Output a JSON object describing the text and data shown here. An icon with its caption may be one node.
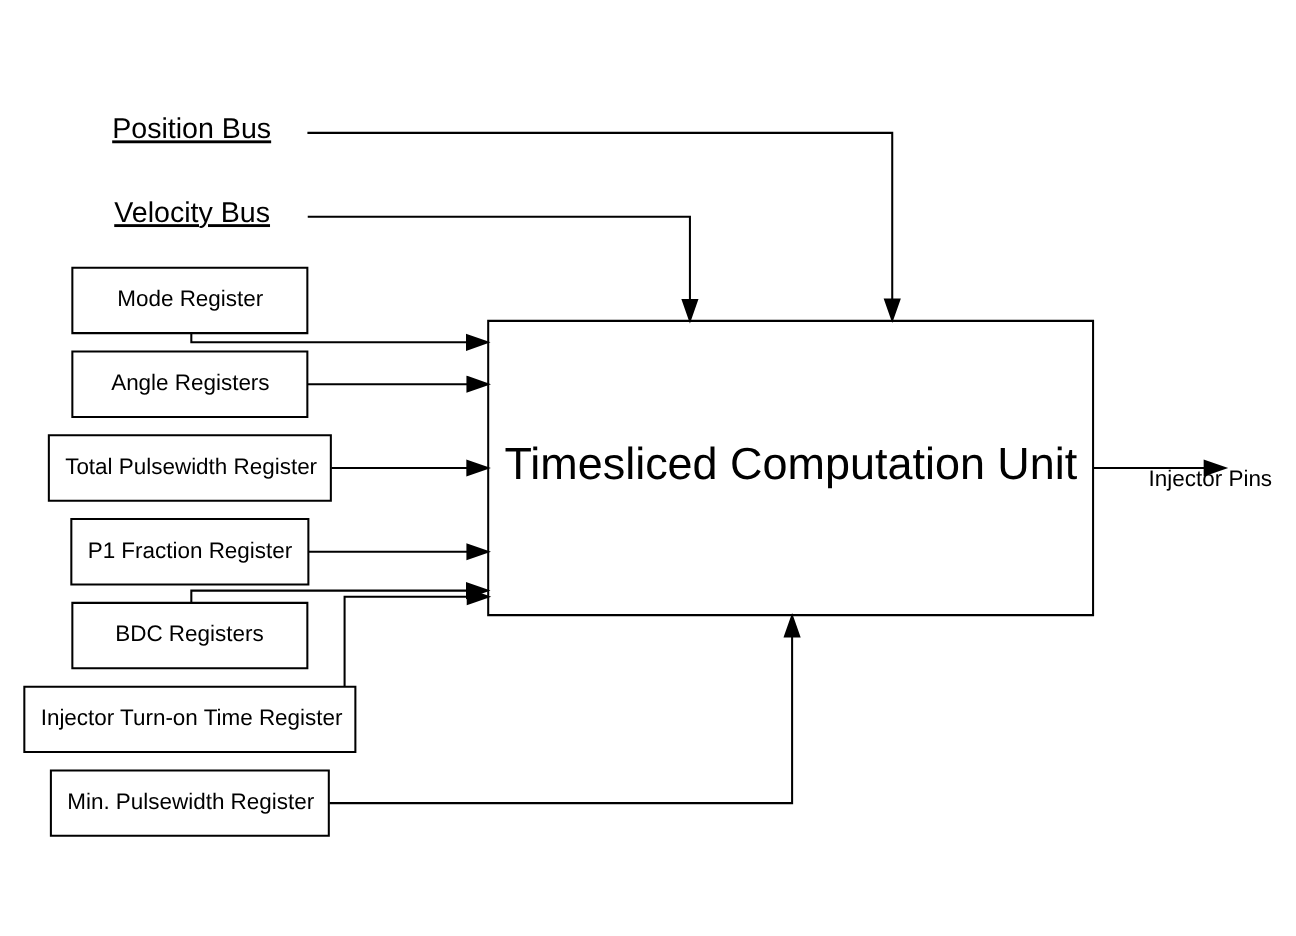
{
  "diagram": {
    "nodes": [
      {
        "text": [
          "Position Bus"
        ]
      },
      {
        "text": [
          "Velocity Bus"
        ]
      },
      {
        "text": [
          "Mode Register"
        ]
      },
      {
        "text": [
          "Angle Registers"
        ]
      },
      {
        "text": [
          "Total Pulsewidth Register"
        ]
      },
      {
        "text": [
          "P1 Fraction Register"
        ]
      },
      {
        "text": [
          "BDC Registers"
        ]
      },
      {
        "text": [
          "Injector Turn-on Time Register"
        ]
      },
      {
        "text": [
          "Min. Pulsewidth Register"
        ]
      },
      {
        "text": [
          "Timesliced Computation Unit"
        ]
      }
    ],
    "edges": [
      {
        "from": 0,
        "to": 9,
        "arrow": "to"
      },
      {
        "from": 1,
        "to": 9,
        "arrow": "to"
      },
      {
        "from": 2,
        "to": 9,
        "arrow": "to"
      },
      {
        "from": 3,
        "to": 9,
        "arrow": "to"
      },
      {
        "from": 4,
        "to": 9,
        "arrow": "to"
      },
      {
        "from": 5,
        "to": 9,
        "arrow": "to"
      },
      {
        "from": 6,
        "to": 9,
        "arrow": "to"
      },
      {
        "from": 7,
        "to": 9,
        "arrow": "to"
      },
      {
        "from": 8,
        "to": 9,
        "arrow": "to"
      },
      {
        "from": 9,
        "to": null,
        "arrow": "to",
        "label": "Injector Pins"
      }
    ]
  }
}
